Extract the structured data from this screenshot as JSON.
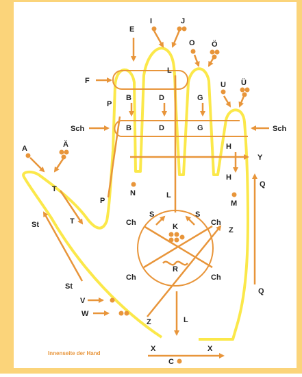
{
  "colors": {
    "frame": "#fbd47a",
    "outline": "#fbe84a",
    "arrow": "#e8953a",
    "dot": "#e8953a",
    "text": "#222222",
    "caption": "#e8953a"
  },
  "caption": "Innenseite der Hand",
  "letters": {
    "E": "E",
    "I": "I",
    "J": "J",
    "O": "O",
    "OE": "Ö",
    "U": "U",
    "UE": "Ü",
    "F": "F",
    "L_top": "L",
    "B_top": "B",
    "D_top": "D",
    "G_top": "G",
    "P": "P",
    "Sch_left": "Sch",
    "Sch_right": "Sch",
    "B_mid": "B",
    "D_mid": "D",
    "G_mid": "G",
    "A": "A",
    "AE": "Ä",
    "H_top": "H",
    "Y": "Y",
    "H_low": "H",
    "T_top": "T",
    "N": "N",
    "L_mid": "L",
    "Q_top": "Q",
    "M": "M",
    "P_low": "P",
    "T_low": "T",
    "St_top": "St",
    "S_left": "S",
    "S_right": "S",
    "Ch_tl": "Ch",
    "Ch_tr": "Ch",
    "K": "K",
    "Z_top": "Z",
    "Ch_bl": "Ch",
    "R": "R",
    "Ch_br": "Ch",
    "Q_low": "Q",
    "St_low": "St",
    "V": "V",
    "W": "W",
    "Z_low": "Z",
    "L_low": "L",
    "X_left": "X",
    "X_right": "X",
    "C": "C"
  }
}
